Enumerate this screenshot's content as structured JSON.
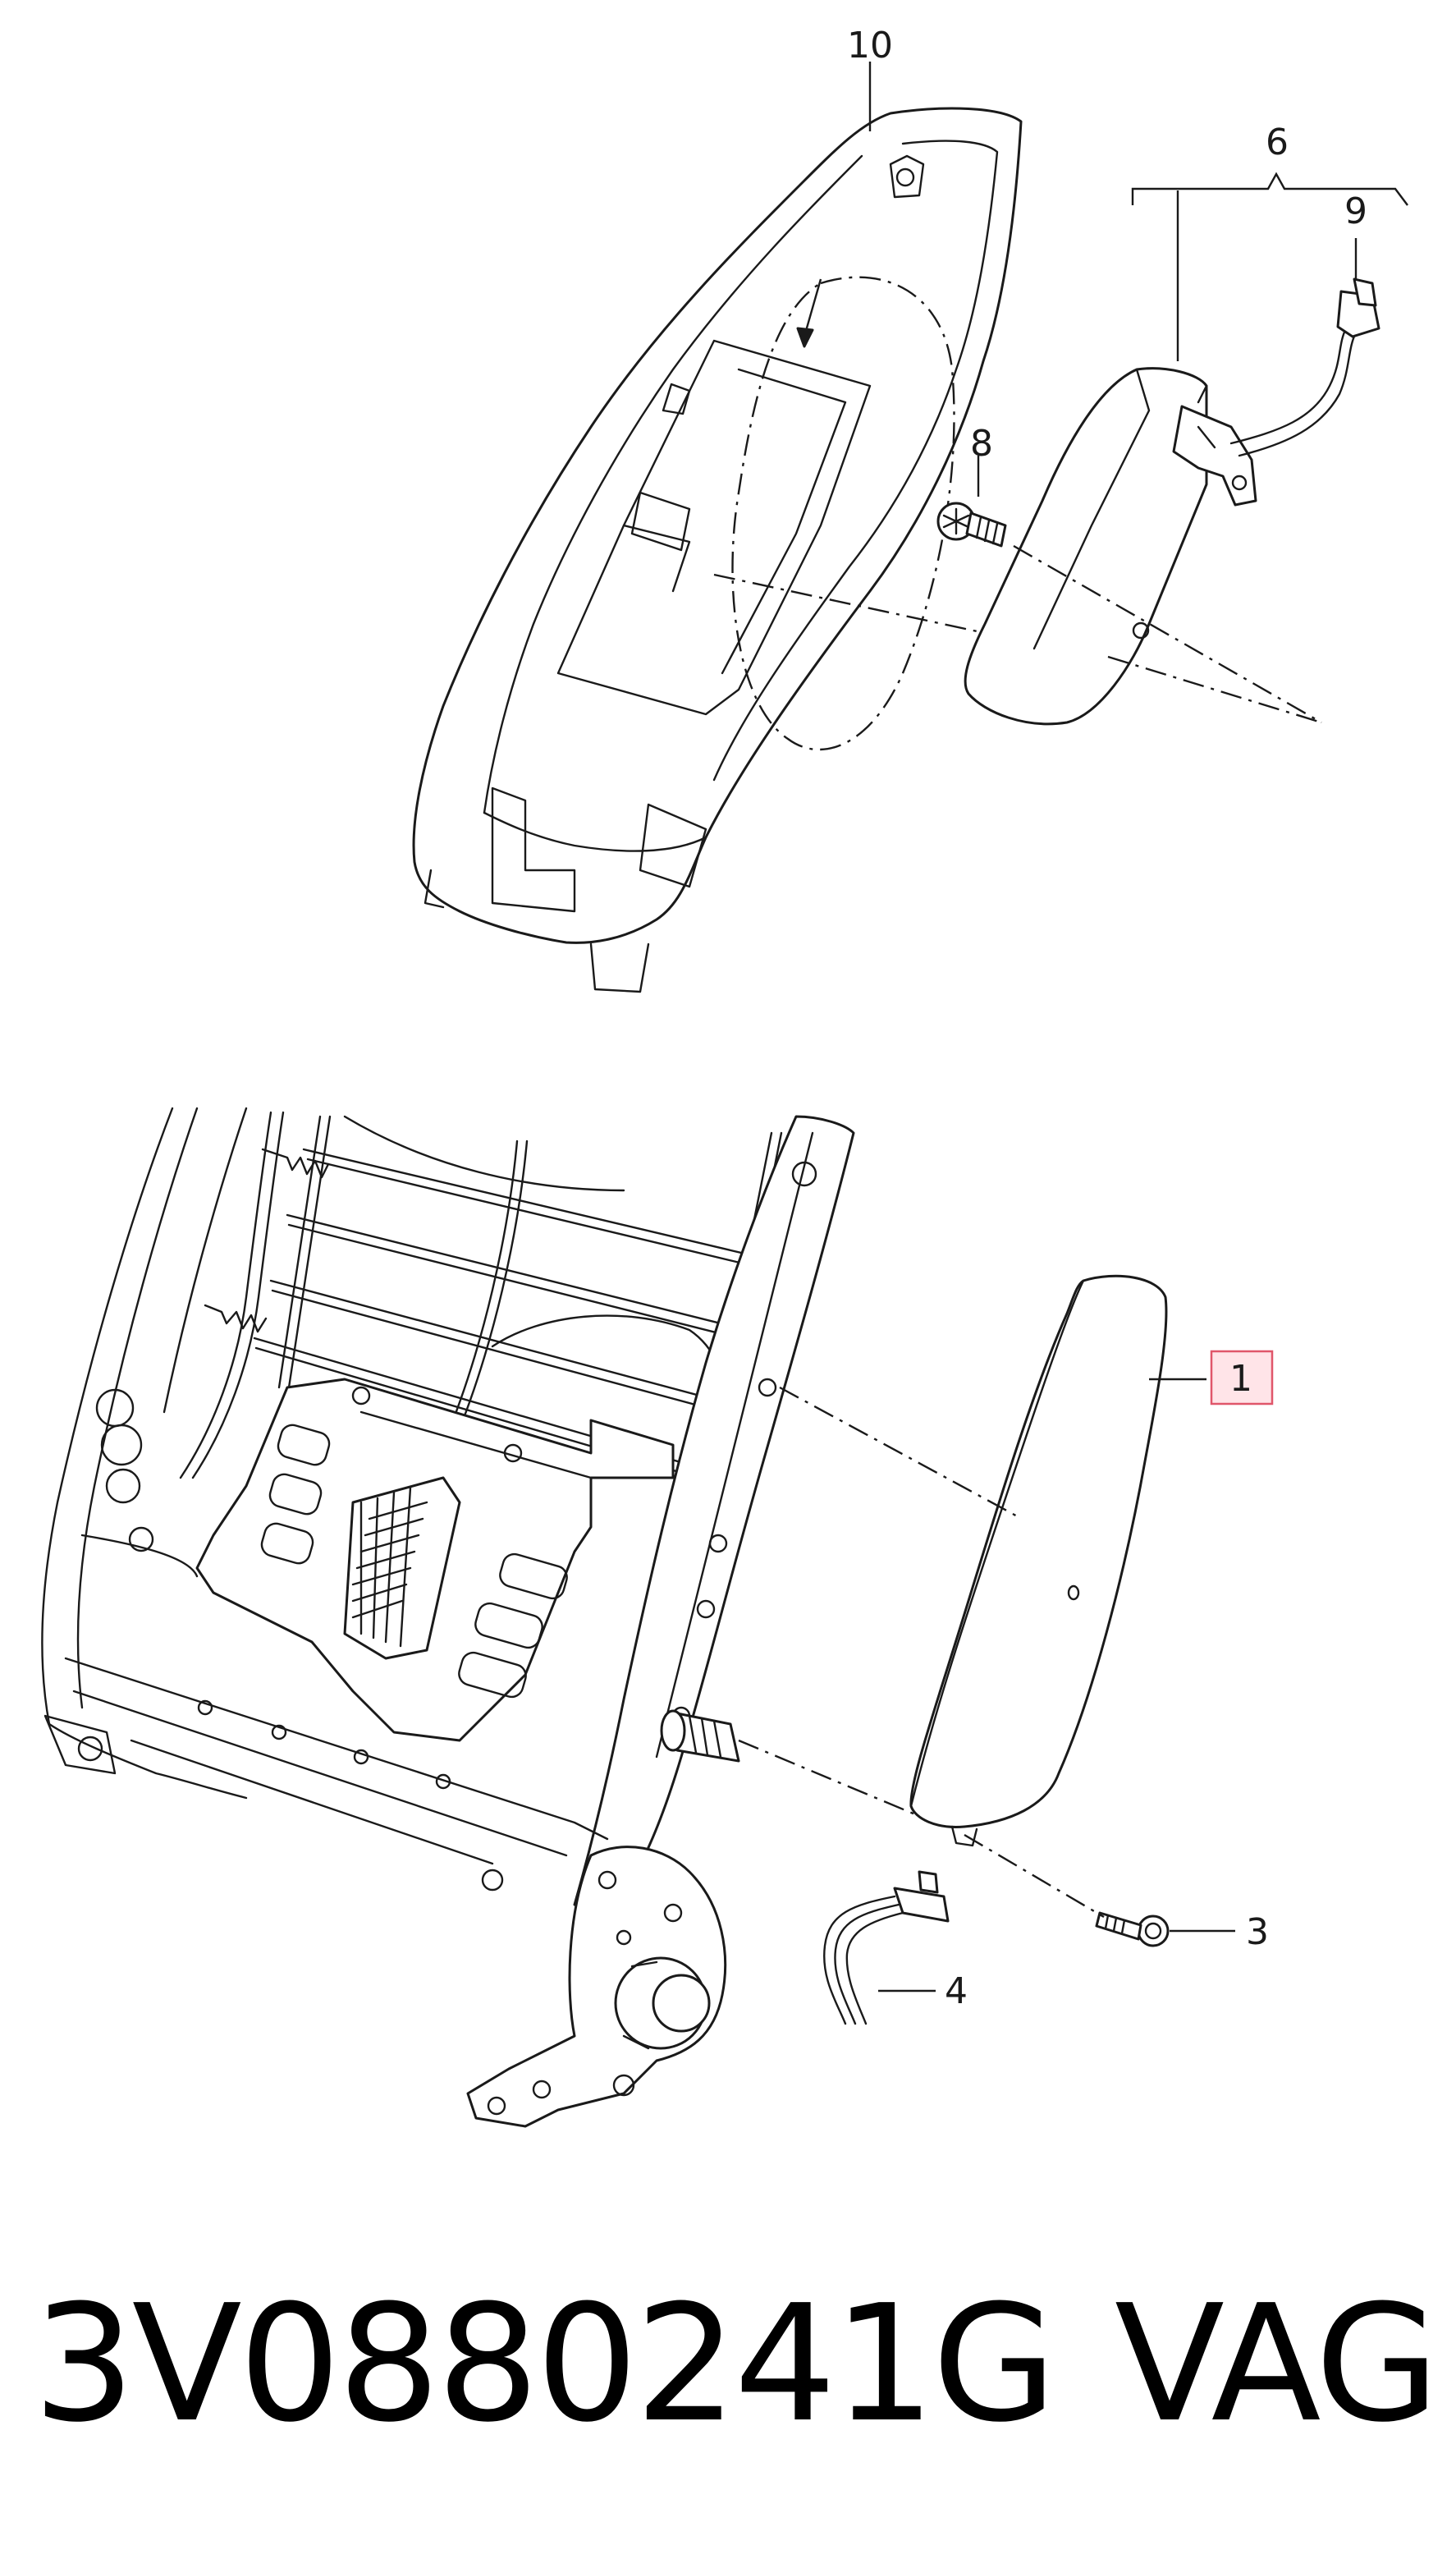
{
  "callouts": {
    "c1": "1",
    "c3": "3",
    "c4": "4",
    "c6": "6",
    "c8": "8",
    "c9": "9",
    "c10": "10"
  },
  "highlight": {
    "target": "1",
    "fill": "#ffe4e8",
    "stroke": "#e0566a"
  },
  "footer": {
    "part_number": "3V0880241G",
    "brand": "VAG"
  }
}
